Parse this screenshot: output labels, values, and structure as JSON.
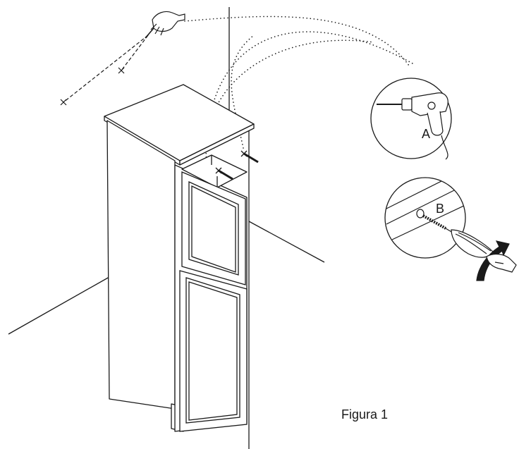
{
  "figure": {
    "caption": "Figura 1"
  },
  "callouts": [
    {
      "letter": "A",
      "tool": "power-drill-icon"
    },
    {
      "letter": "B",
      "tool": "screwdriver-icon"
    }
  ],
  "colors": {
    "line": "#1a1a1a",
    "background": "#ffffff"
  }
}
